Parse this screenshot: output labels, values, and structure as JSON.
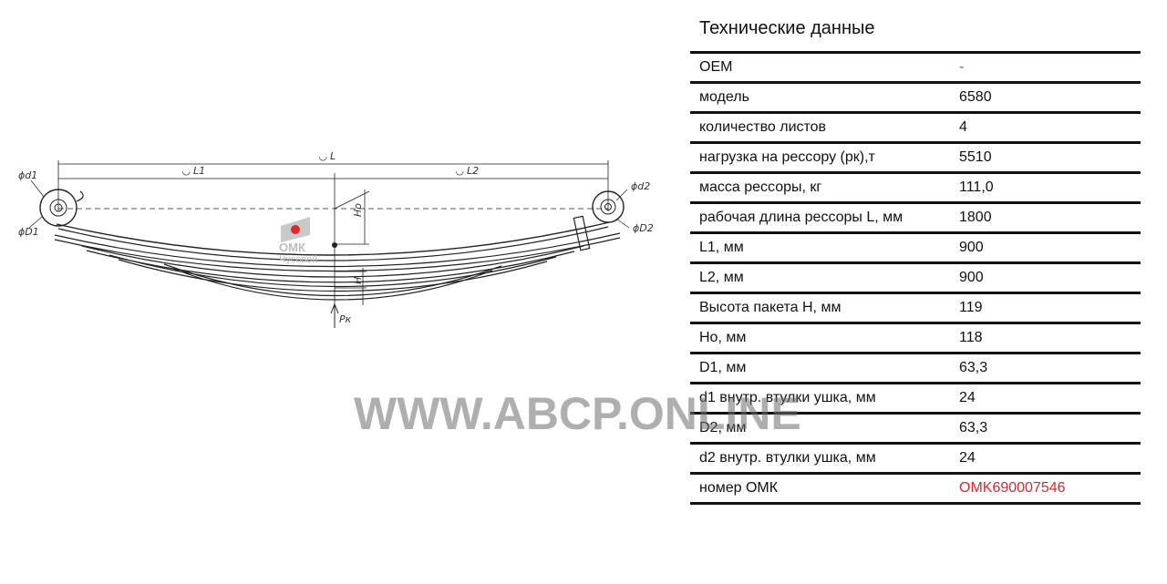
{
  "spec": {
    "title": "Технические данные",
    "rows": [
      {
        "label": "OEM",
        "value": "-",
        "accent": true
      },
      {
        "label": "модель",
        "value": "6580"
      },
      {
        "label": "количество листов",
        "value": "4"
      },
      {
        "label": "нагрузка на рессору (рк),т",
        "value": "5510"
      },
      {
        "label": "масса рессоры, кг",
        "value": "111,0"
      },
      {
        "label": "рабочая длина рессоры L, мм",
        "value": "1800"
      },
      {
        "label": "L1, мм",
        "value": "900"
      },
      {
        "label": "L2, мм",
        "value": "900"
      },
      {
        "label": "Высота пакета H, мм",
        "value": "119"
      },
      {
        "label": "Ho, мм",
        "value": "118"
      },
      {
        "label": "D1, мм",
        "value": "63,3"
      },
      {
        "label": "d1 внутр. втулки ушка, мм",
        "value": "24"
      },
      {
        "label": "D2, мм",
        "value": "63,3"
      },
      {
        "label": "d2 внутр. втулки ушка, мм",
        "value": "24"
      },
      {
        "label": "номер ОМК",
        "value": "OMK690007546",
        "accent": true
      }
    ]
  },
  "drawing": {
    "labels": {
      "L": "◡ L",
      "L1": "◡ L1",
      "L2": "◡ L2",
      "d1": "ϕd1",
      "D1": "ϕD1",
      "d2": "ϕd2",
      "D2": "ϕD2",
      "Ho": "Ho",
      "H": "H",
      "Pk": "Pк"
    },
    "logo": {
      "brand": "ОМК",
      "subtitle": "Чусовой",
      "color": "#d9282f"
    }
  },
  "watermark": "WWW.ABCP.ONLINE",
  "colors": {
    "accent": "#d9282f",
    "rule": "#111111"
  }
}
